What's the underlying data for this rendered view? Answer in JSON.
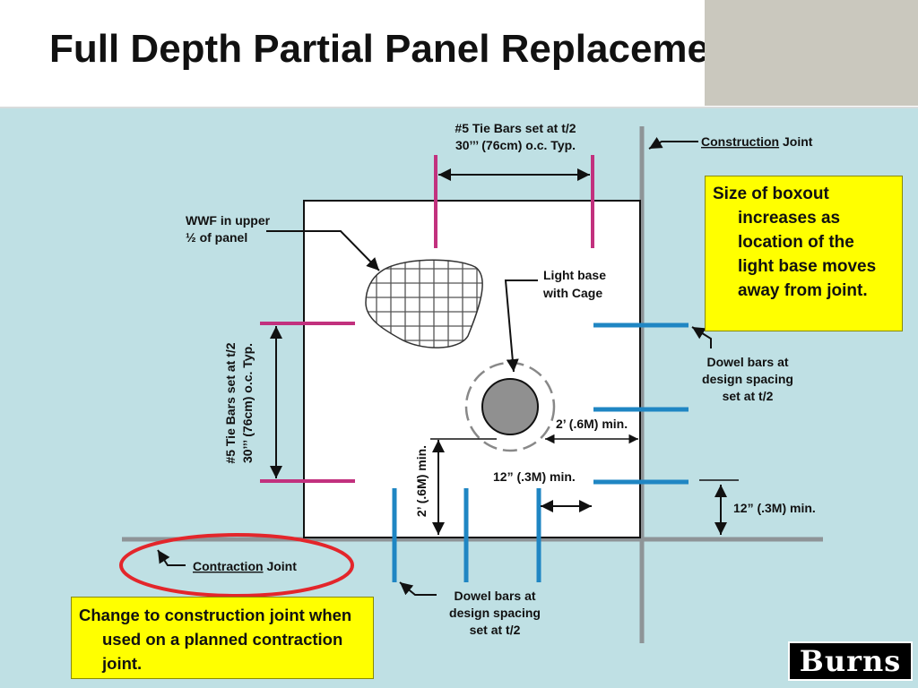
{
  "slide": {
    "title": "Full Depth Partial Panel Replacement"
  },
  "colors": {
    "background": "#bfe0e4",
    "tie_bar": "#c2317e",
    "dowel_bar": "#1f86c3",
    "joint_line": "#8e9497",
    "highlight_ring": "#e3262b",
    "callout_fill": "#ffff00"
  },
  "labels": {
    "tie_top_line1": "#5 Tie Bars set at t/2",
    "tie_top_line2": "30’’’ (76cm) o.c. Typ.",
    "construction_joint_underlined": "Construction",
    "construction_joint_rest": " Joint",
    "wwf_line1": "WWF in upper",
    "wwf_line2": "½ of panel",
    "light_base_line1": "Light base",
    "light_base_line2": "with Cage",
    "tie_left_line1": "#5 Tie Bars set at t/2",
    "tie_left_line2": "30’’’ (76cm) o.c. Typ.",
    "dowel_right_line1": "Dowel bars at",
    "dowel_right_line2": "design spacing",
    "dowel_right_line3": "set at t/2",
    "dim_2ft_right": "2’ (.6M) min.",
    "dim_2ft_vertical": "2’ (.6M) min.",
    "dim_12in_inner": "12” (.3M)  min.",
    "dim_12in_right": "12” (.3M)  min.",
    "contraction_joint_underlined": "Contraction",
    "contraction_joint_rest": " Joint",
    "dowel_bottom_line1": "Dowel bars at",
    "dowel_bottom_line2": "design spacing",
    "dowel_bottom_line3": "set at t/2"
  },
  "callouts": {
    "boxout": "Size of boxout increases as location of the light base moves away from joint.",
    "construction_change": "Change to construction joint when used on a planned contraction joint."
  },
  "logo": {
    "text": "Burns"
  }
}
